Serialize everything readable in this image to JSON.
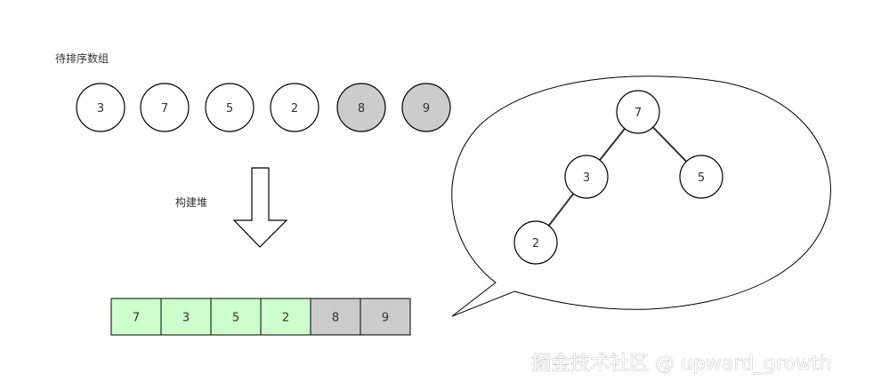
{
  "labels": {
    "array_title": "待排序数组",
    "build_heap": "构建堆",
    "watermark": "掘金技术社区 @ upward_growth"
  },
  "input_array": [
    {
      "value": "3",
      "state": "unsorted"
    },
    {
      "value": "7",
      "state": "unsorted"
    },
    {
      "value": "5",
      "state": "unsorted"
    },
    {
      "value": "2",
      "state": "unsorted"
    },
    {
      "value": "8",
      "state": "sorted"
    },
    {
      "value": "9",
      "state": "sorted"
    }
  ],
  "heap_array": [
    {
      "value": "7",
      "state": "heap"
    },
    {
      "value": "3",
      "state": "heap"
    },
    {
      "value": "5",
      "state": "heap"
    },
    {
      "value": "2",
      "state": "heap"
    },
    {
      "value": "8",
      "state": "sorted"
    },
    {
      "value": "9",
      "state": "sorted"
    }
  ],
  "tree": {
    "nodes": [
      {
        "id": "n0",
        "value": "7"
      },
      {
        "id": "n1",
        "value": "3"
      },
      {
        "id": "n2",
        "value": "5"
      },
      {
        "id": "n3",
        "value": "2"
      }
    ],
    "edges": [
      {
        "from": "n0",
        "to": "n1"
      },
      {
        "from": "n0",
        "to": "n2"
      },
      {
        "from": "n1",
        "to": "n3"
      }
    ]
  },
  "colors": {
    "heap_cell": "#ccffcc",
    "sorted_cell": "#cccccc",
    "unsorted_circle": "#ffffff",
    "stroke": "#000000",
    "text": "#333333",
    "watermark": "#ffffff"
  }
}
